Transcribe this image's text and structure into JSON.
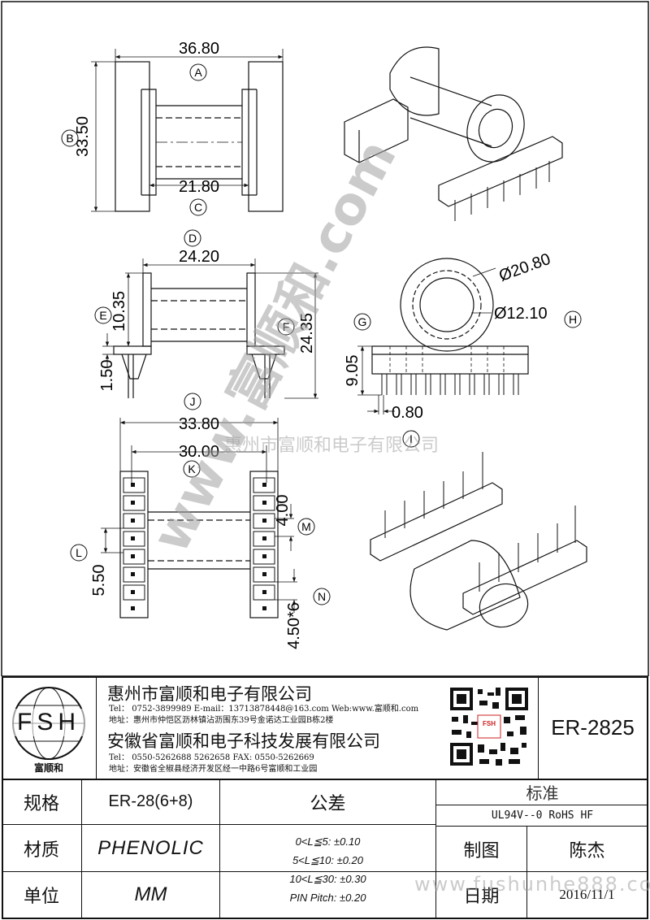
{
  "dimensions": {
    "d1": "36.80",
    "d2": "33.50",
    "d3": "21.80",
    "d4": "24.20",
    "d5": "10.35",
    "d6": "1.50",
    "d7": "24.35",
    "d8": "Ø20.80",
    "d9": "Ø12.10",
    "d10": "9.05",
    "d11": "0.80",
    "d12": "33.80",
    "d13": "30.00",
    "d14": "4.00",
    "d15": "5.50",
    "d16": "4.50*6"
  },
  "markers": {
    "A": "A",
    "B": "B",
    "C": "C",
    "D": "D",
    "E": "E",
    "F": "F",
    "G": "G",
    "H": "H",
    "I": "I",
    "J": "J",
    "K": "K",
    "L": "L",
    "M": "M",
    "N": "N"
  },
  "watermarks": {
    "diagonal": "www.富顺和.com",
    "company": "惠州市富顺和电子有限公司",
    "site": "www.fushunhe888.com"
  },
  "title_block": {
    "logo_text": "FSH",
    "logo_caption": "富顺和",
    "company1": {
      "name": "惠州市富顺和电子有限公司",
      "contact": "Tel： 0752-3899989  E-mail：13713878448@163.com  Web:www.富顺和.com",
      "address": "地址：惠州市仲恺区沥林镇沾沥围东39号金诺达工业园B栋2楼"
    },
    "company2": {
      "name": "安徽省富顺和电子科技发展有限公司",
      "contact": "Tel： 0550-5262688  5262658    FAX: 0550-5262669",
      "address": "地址：安徽省全椒县经济开发区经一中路6号富顺和工业园"
    },
    "qr_label": "FSH",
    "part_number": "ER-2825",
    "spec_label": "规格",
    "spec_value": "ER-28(6+8)",
    "tolerance_label": "公差",
    "standard_label": "标准",
    "standard_value": "UL94V--0  RoHS HF",
    "material_label": "材质",
    "material_value": "PHENOLIC",
    "drawn_label": "制图",
    "drawn_value": "陈杰",
    "tolerances": [
      "0<L≦5: ±0.10",
      "5<L≦10: ±0.20",
      "10<L≦30: ±0.30",
      "PIN Pitch: ±0.20"
    ],
    "unit_label": "单位",
    "unit_value": "MM",
    "date_label": "日期",
    "date_value": "2016/11/1"
  }
}
